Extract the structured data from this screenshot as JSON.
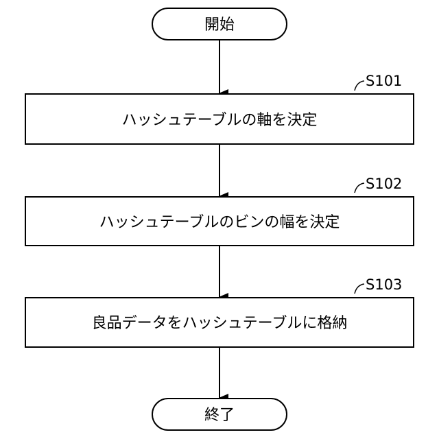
{
  "flowchart": {
    "start": {
      "label": "開始"
    },
    "steps": [
      {
        "id": "S101",
        "label": "ハッシュテーブルの軸を決定"
      },
      {
        "id": "S102",
        "label": "ハッシュテーブルのビンの幅を決定"
      },
      {
        "id": "S103",
        "label": "良品データをハッシュテーブルに格納"
      }
    ],
    "end": {
      "label": "終了"
    }
  }
}
